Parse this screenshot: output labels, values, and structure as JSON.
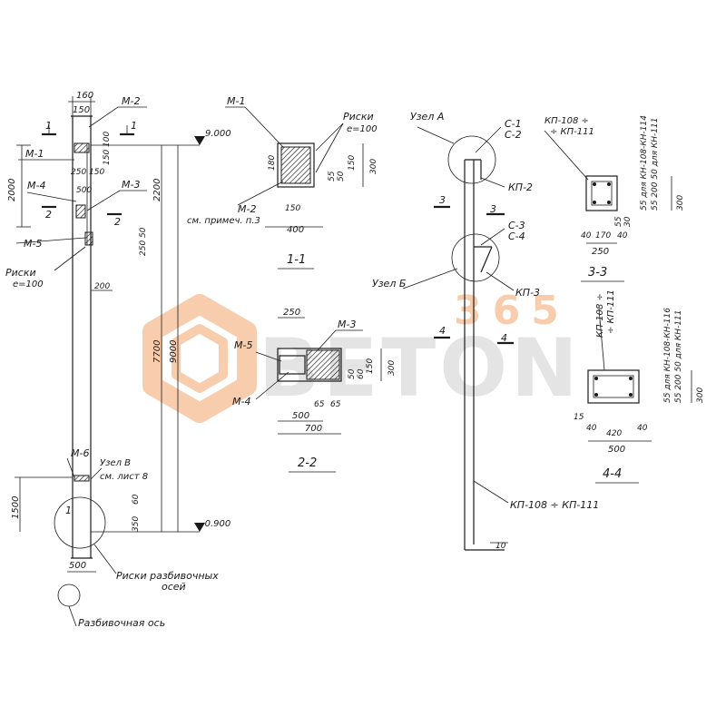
{
  "watermark": {
    "brand_number": "365",
    "brand_word": "BETON",
    "orange": "#f3a56b",
    "gray": "#cfcfcf"
  },
  "labels": {
    "dim_160": "160",
    "dim_150": "150",
    "m2": "М-2",
    "m1": "М-1",
    "m4": "М-4",
    "m3": "М-3",
    "m5": "М-5",
    "m6": "М-6",
    "cut1": "1",
    "cut2": "2",
    "dim_2000": "2000",
    "dim_2200": "2200",
    "dim_250_150": "250 150",
    "dim_150_100": "150 100",
    "dim_500": "500",
    "dim_250": "250",
    "dim_250_50": "250 50",
    "dim_200": "200",
    "risk": "Риски",
    "e100": "e=100",
    "dim_7700": "7700",
    "dim_9000": "9000",
    "uzel_v": "Узел В",
    "sm_list_8": "см. лист 8",
    "dim_1500": "1500",
    "dim_60": "60",
    "dim_350": "350",
    "dim_500_bottom": "500",
    "risk_axes_1": "Риски разбивочных",
    "risk_axes_2": "осей",
    "axis_label": "Разбивочная ось",
    "node_1": "1",
    "level_top": "9.000",
    "level_bottom": "-0.900"
  },
  "section_1_1": {
    "m1": "М-1",
    "m2": "М-2",
    "risk": "Риски",
    "e100": "e=100",
    "dim_180": "180",
    "dim_150": "150",
    "dim_300": "300",
    "dim_150_side": "150",
    "dim_55": "55",
    "dim_50": "50",
    "dim_400": "400",
    "note": "см. примеч. п.3",
    "title": "1-1"
  },
  "section_2_2": {
    "dim_250": "250",
    "m3": "М-3",
    "m5": "М-5",
    "m4": "М-4",
    "dim_50": "50",
    "dim_60": "60",
    "dim_150": "150",
    "dim_300": "300",
    "dim_65a": "65",
    "dim_65b": "65",
    "dim_500": "500",
    "dim_700": "700",
    "title": "2-2"
  },
  "elevation": {
    "uzel_a": "Узел А",
    "c1": "С-1",
    "c2": "С-2",
    "kp2": "КП-2",
    "mark3a": "3",
    "mark3b": "3",
    "c3": "С-3",
    "c4": "С-4",
    "uzel_b": "Узел Б",
    "kp3": "КП-3",
    "mark4a": "4",
    "mark4b": "4",
    "kp108": "КП-108 ÷ КП-111",
    "dim_10": "10"
  },
  "section_3_3": {
    "kp108_a": "КП-108 ÷",
    "kp108_b": "÷ КП-111",
    "side_1": "55 для КН-108-КН-114",
    "side_2": "55 200 50 для КН-111",
    "dim_40a": "40",
    "dim_170": "170",
    "dim_40b": "40",
    "dim_250": "250",
    "dim_30": "30",
    "dim_55": "55",
    "dim_300": "300",
    "title": "3-3"
  },
  "section_4_4": {
    "kp108_a": "КП-108 ÷",
    "kp108_b": "÷ КП-111",
    "side_1": "55 для КН-108-КН-116",
    "side_2": "55 200 50 для КН-111",
    "dim_15": "15",
    "dim_40a": "40",
    "dim_420": "420",
    "dim_40b": "40",
    "dim_500": "500",
    "dim_300": "300",
    "title": "4-4"
  }
}
